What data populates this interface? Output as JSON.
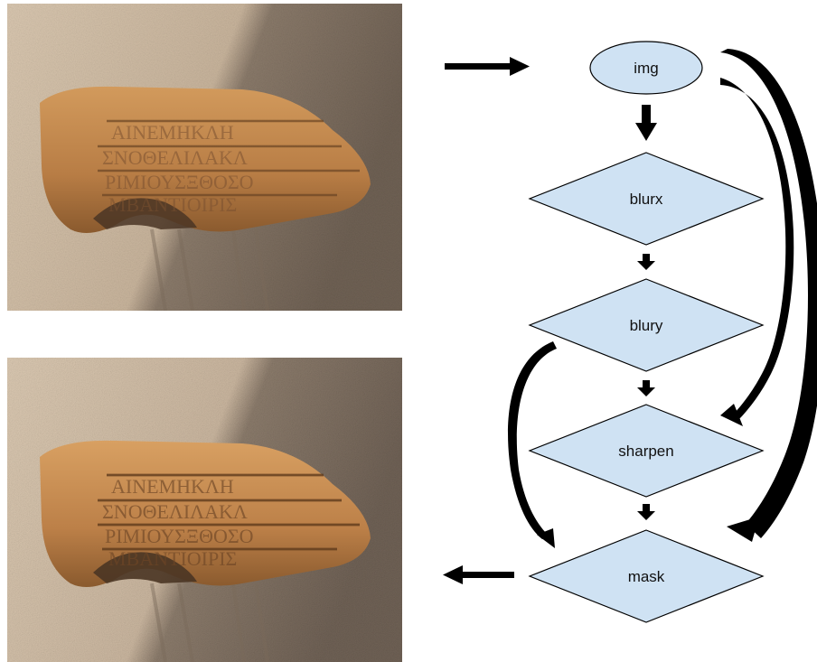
{
  "nodes": {
    "img": "img",
    "blurx": "blurx",
    "blury": "blury",
    "sharpen": "sharpen",
    "mask": "mask"
  },
  "colors": {
    "node_fill": "#cfe2f3",
    "node_stroke": "#000000",
    "arrow": "#000000",
    "wall": "#cdb9a1",
    "stone": "#c28a4e"
  },
  "images": {
    "input": "photo of inscribed stone fragment (input)",
    "output": "photo of inscribed stone fragment (output)"
  }
}
